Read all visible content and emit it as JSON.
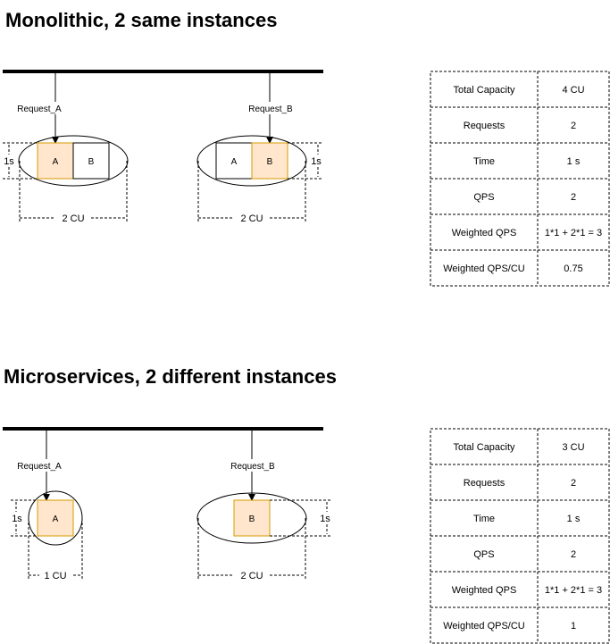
{
  "sections": [
    {
      "title": "Monolithic, 2 same instances",
      "instances": [
        {
          "request_label": "Request_A",
          "boxes": [
            "A",
            "B"
          ],
          "highlighted": "A",
          "height_label": "1s",
          "width_label": "2 CU"
        },
        {
          "request_label": "Request_B",
          "boxes": [
            "A",
            "B"
          ],
          "highlighted": "B",
          "height_label": "1s",
          "width_label": "2 CU"
        }
      ],
      "table": [
        [
          "Total Capacity",
          "4 CU"
        ],
        [
          "Requests",
          "2"
        ],
        [
          "Time",
          "1 s"
        ],
        [
          "QPS",
          "2"
        ],
        [
          "Weighted QPS",
          "1*1 + 2*1 = 3"
        ],
        [
          "Weighted QPS/CU",
          "0.75"
        ]
      ]
    },
    {
      "title": "Microservices, 2 different instances",
      "instances": [
        {
          "request_label": "Request_A",
          "boxes": [
            "A"
          ],
          "highlighted": "A",
          "height_label": "1s",
          "width_label": "1 CU"
        },
        {
          "request_label": "Request_B",
          "boxes": [
            "B"
          ],
          "highlighted": "B",
          "height_label": "1s",
          "width_label": "2 CU"
        }
      ],
      "table": [
        [
          "Total Capacity",
          "3 CU"
        ],
        [
          "Requests",
          "2"
        ],
        [
          "Time",
          "1 s"
        ],
        [
          "QPS",
          "2"
        ],
        [
          "Weighted QPS",
          "1*1 + 2*1 = 3"
        ],
        [
          "Weighted QPS/CU",
          "1"
        ]
      ]
    }
  ],
  "colors": {
    "highlight_fill": "#ffe6cc",
    "highlight_stroke": "#d79b00"
  }
}
